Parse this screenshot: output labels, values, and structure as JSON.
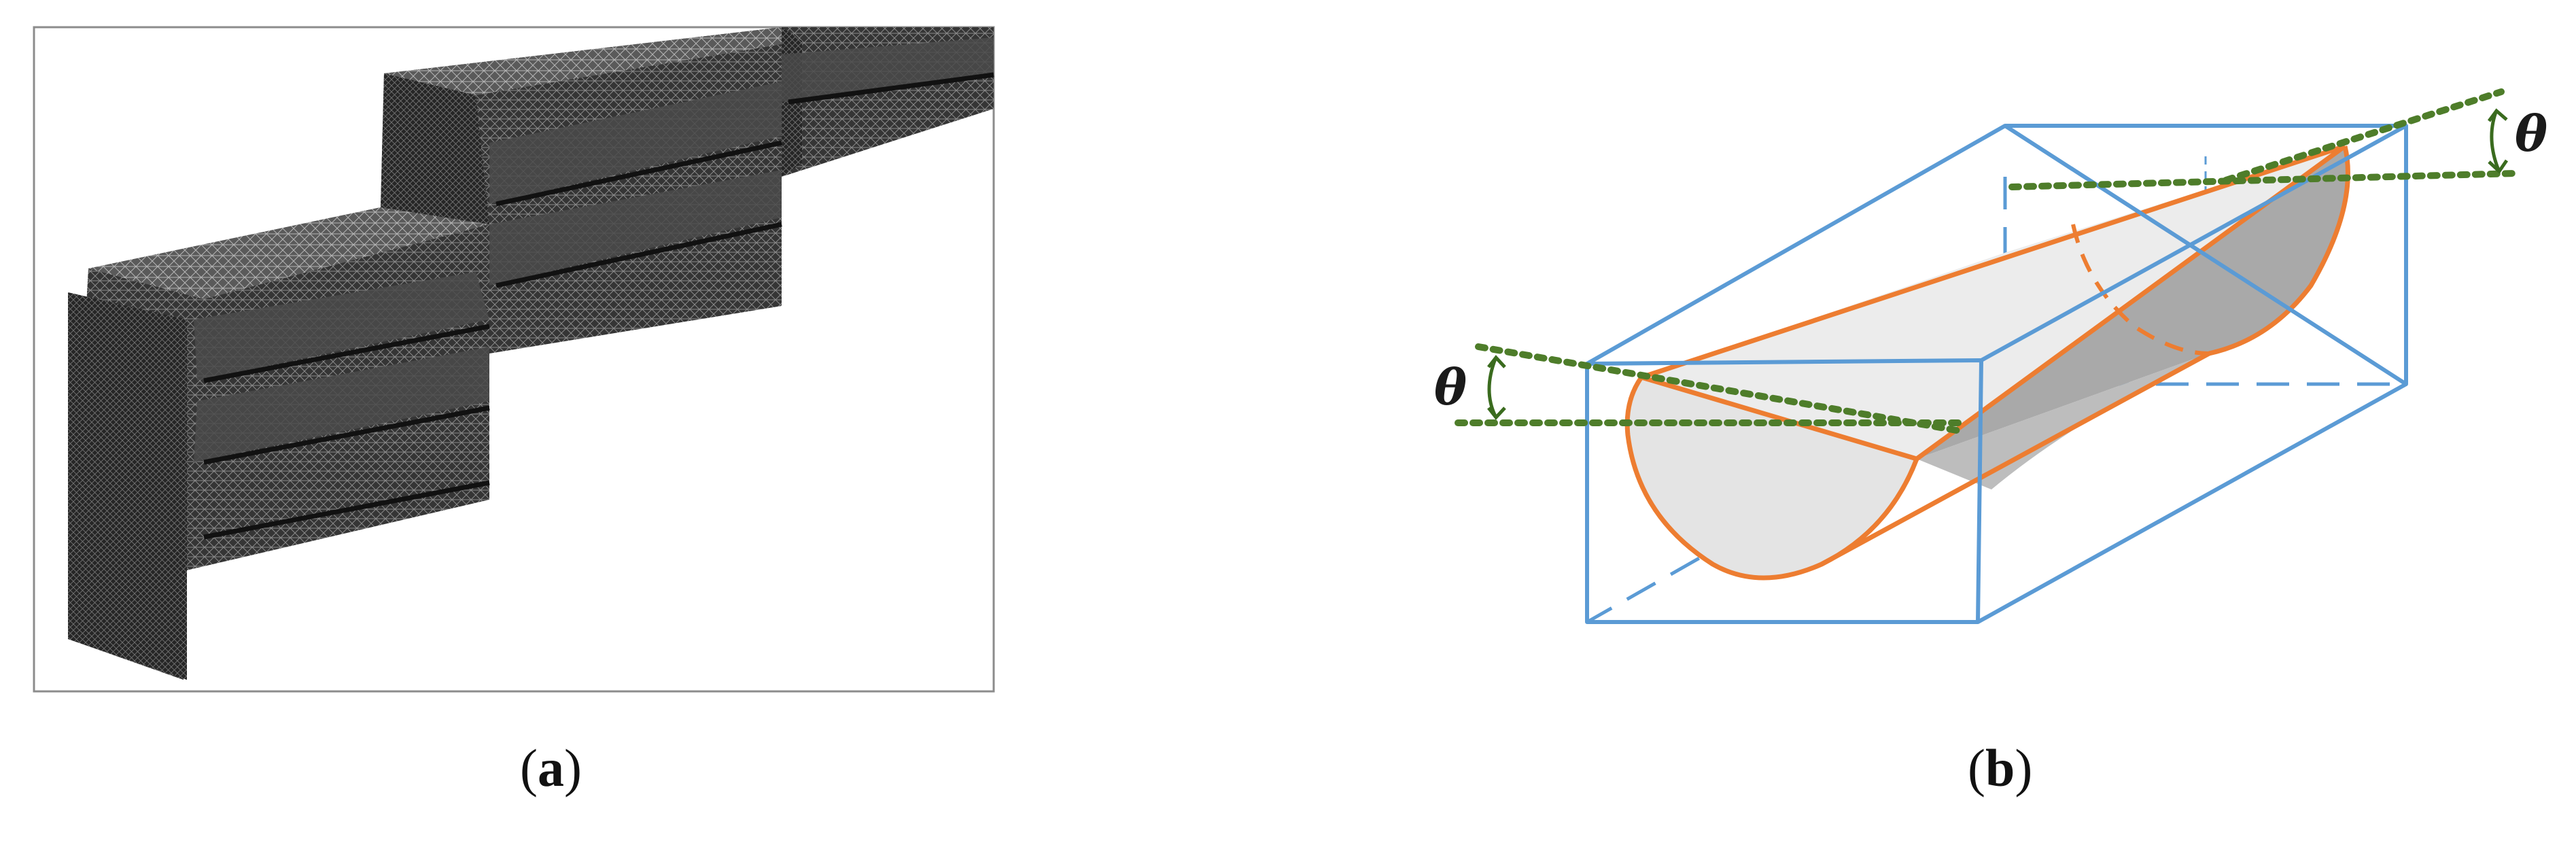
{
  "panels": [
    {
      "id": "a",
      "caption_open": "(",
      "caption_letter": "a",
      "caption_close": ")"
    },
    {
      "id": "b",
      "caption_open": "(",
      "caption_letter": "b",
      "caption_close": ")"
    }
  ],
  "annotations": {
    "angle_left": "θ",
    "angle_right": "θ"
  },
  "colors": {
    "box_edges": "#5b9bd5",
    "cut_surface_outline": "#ed7d31",
    "angle_guides": "#4e7d2a",
    "mesh_surface": "#2f2f2f",
    "cut_face": "#e4e4e4",
    "cut_side": "#a9a9a9"
  }
}
